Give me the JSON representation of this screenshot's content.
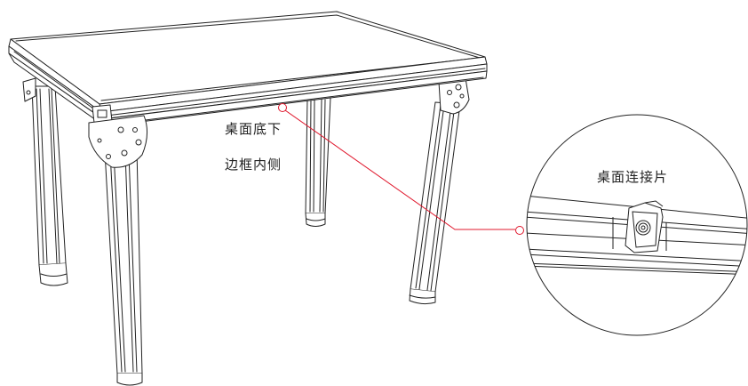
{
  "annotation": {
    "location_line1": "桌面底下",
    "location_line2": "边框内侧",
    "detail_label": "桌面连接片"
  },
  "colors": {
    "line": "#222222",
    "callout": "#e0182d",
    "background": "#ffffff"
  }
}
